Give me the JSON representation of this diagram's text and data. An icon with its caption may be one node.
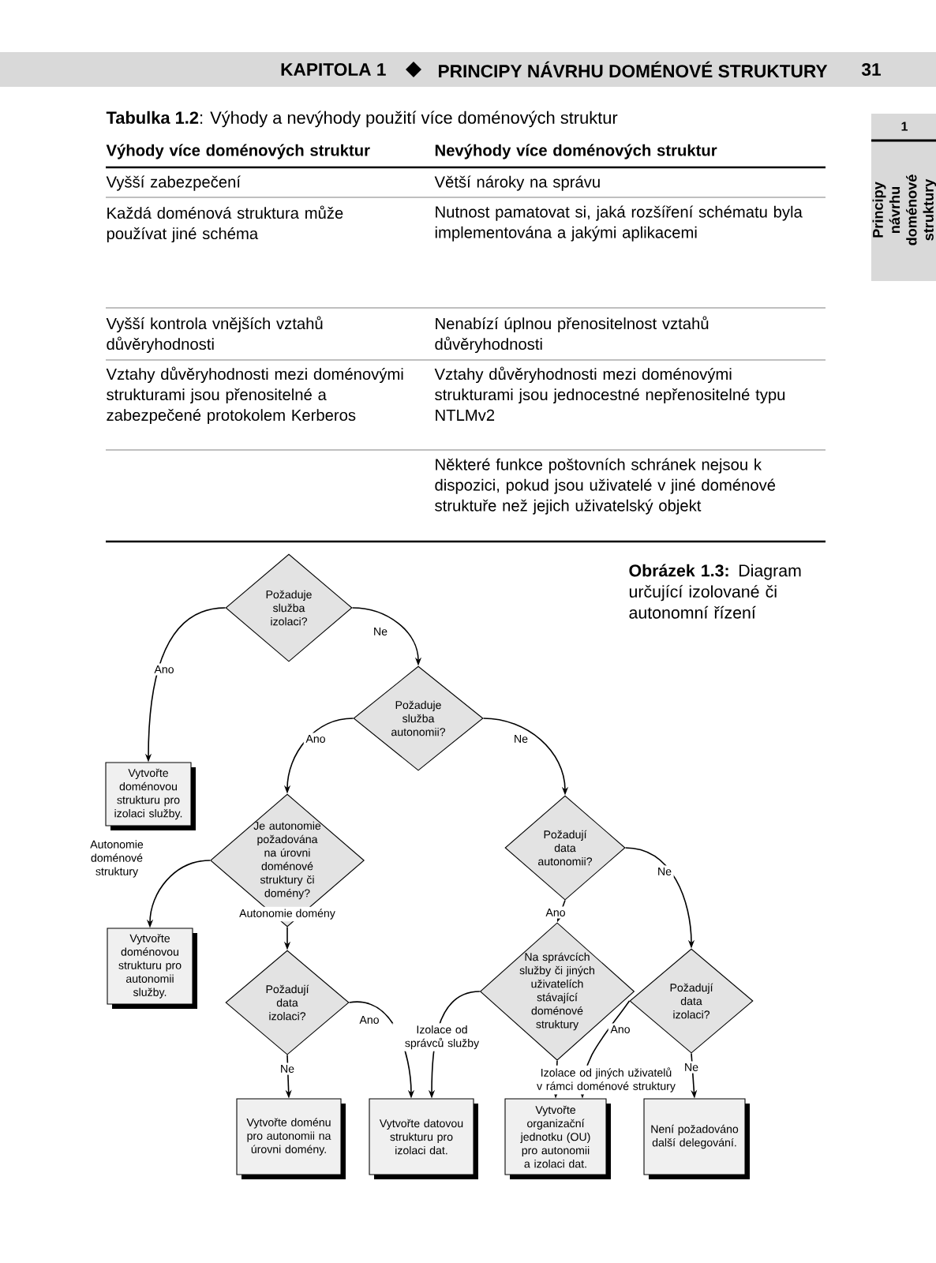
{
  "diagram": {
    "caption": "**Obrázek 1.3:** Diagram určující izolované či autonomní řízení",
    "nodes": [
      {
        "text": [
          "Požaduje služba izolaci?"
        ]
      },
      {
        "text": [
          "Požaduje služba autonomii?"
        ]
      },
      {
        "text": [
          "Vytvořte doménovou strukturu pro izolaci služby."
        ]
      },
      {
        "text": [
          "Je autonomie požadována na úrovni doménové struktury či domény?"
        ]
      },
      {
        "text": [
          "Požadují data autonomii?"
        ]
      },
      {
        "text": [
          "Vytvořte doménovou strukturu pro autonomii služby."
        ]
      },
      {
        "text": [
          "Požadují data izolaci?"
        ]
      },
      {
        "text": [
          "Na správcích služby či jiných uživatelích stávající doménové struktury"
        ]
      },
      {
        "text": [
          "Požadují data izolaci?"
        ]
      },
      {
        "text": [
          "Vytvořte doménu pro autonomii na úrovni domény."
        ]
      },
      {
        "text": [
          "Vytvořte datovou strukturu pro izolaci dat."
        ]
      },
      {
        "text": [
          "Vytvořte organizační jednotku (OU) pro autonomii a izolaci dat."
        ]
      },
      {
        "text": [
          "Není požadováno další delegování."
        ]
      }
    ],
    "edges": [
      {
        "from": 0,
        "to": 2,
        "arrow": "to",
        "label": "Ano"
      },
      {
        "from": 0,
        "to": 1,
        "arrow": "to",
        "label": "Ne"
      },
      {
        "from": 1,
        "to": 3,
        "arrow": "to",
        "label": "Ano"
      },
      {
        "from": 1,
        "to": 4,
        "arrow": "to",
        "label": "Ne"
      },
      {
        "from": 3,
        "to": 5,
        "arrow": "to",
        "label": "Autonomie doménové struktury"
      },
      {
        "from": 3,
        "to": 6,
        "arrow": "to",
        "label": "Autonomie domény"
      },
      {
        "from": 6,
        "to": 9,
        "arrow": "to",
        "label": "Ne"
      },
      {
        "from": 6,
        "to": 10,
        "arrow": "to",
        "label": "Ano"
      },
      {
        "from": 4,
        "to": 7,
        "arrow": "to",
        "label": "Ano"
      },
      {
        "from": 4,
        "to": 8,
        "arrow": "to",
        "label": "Ne"
      },
      {
        "from": 7,
        "to": 10,
        "arrow": "to",
        "label": "Izolace od správců služby"
      },
      {
        "from": 7,
        "to": 11,
        "arrow": "to",
        "label": "Izolace od jiných uživatelů v rámci doménové struktury"
      },
      {
        "from": 8,
        "to": 11,
        "arrow": "to",
        "label": "Ano"
      },
      {
        "from": 8,
        "to": 12,
        "arrow": "to",
        "label": "Ne"
      }
    ],
    "labels": [
      "KAPITOLA 1",
      "PRINCIPY NÁVRHU DOMÉNOVÉ STRUKTURY",
      "31",
      "1",
      "Principy návrhu doménové struktury",
      "**Tabulka 1.2**: Výhody a nevýhody použití více doménových struktur",
      "Výhody více doménových struktur",
      "Nevýhody více doménových struktur",
      "Vyšší zabezpečení",
      "Větší nároky na správu",
      "Každá doménová struktura může používat jiné schéma",
      "Nutnost pamatovat si, jaká rozšíření schématu byla implementována a jakými aplikacemi",
      "Vyšší kontrola vnějších vztahů důvěryhodnosti",
      "Nenabízí úplnou přenositelnost vztahů důvěryhodnosti",
      "Vztahy důvěryhodnosti mezi doménovými strukturami jsou přenositelné a zabezpečené protokolem Kerberos",
      "Vztahy důvěryhodnosti mezi doménovými strukturami jsou jednocestné nepřenositelné typu NTLMv2",
      "Některé funkce poštovních schránek nejsou k dispozici, pokud jsou uživatelé v jiné doménové struktuře než jejich uživatelský objekt"
    ]
  }
}
